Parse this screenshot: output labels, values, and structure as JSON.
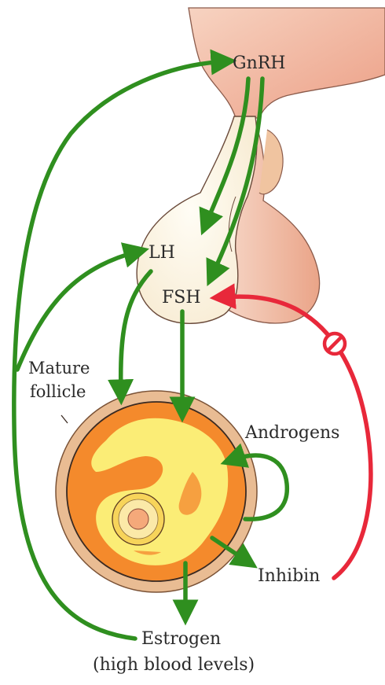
{
  "labels": {
    "gnrh": "GnRH",
    "lh": "LH",
    "fsh": "FSH",
    "mature_follicle_line1": "Mature",
    "mature_follicle_line2": "follicle",
    "androgens": "Androgens",
    "inhibin": "Inhibin",
    "estrogen": "Estrogen",
    "estrogen_note": "(high blood levels)"
  },
  "icons": {
    "inhibition": "inhibition-symbol-icon"
  },
  "colors": {
    "stimulatory_arrow": "#2f8f1f",
    "inhibitory_arrow": "#e8283a",
    "hypothalamus": "#f3c0a8",
    "pituitary_posterior": "#f2c6b2",
    "pituitary_anterior": "#fff7e8",
    "follicle_outer": "#e8b98f",
    "follicle_inner": "#f48a2c",
    "follicle_fluid": "#fbf27a",
    "oocyte": "#f5a97a"
  }
}
